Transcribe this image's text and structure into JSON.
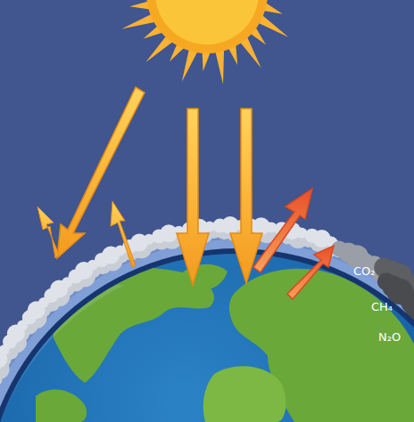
{
  "diagram": {
    "labels": [
      "CO₂",
      "CH₄",
      "N₂O"
    ]
  }
}
